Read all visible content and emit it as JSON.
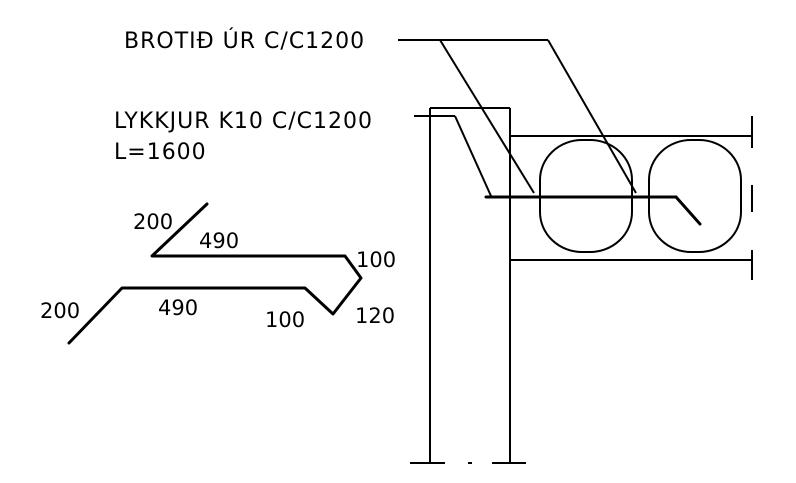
{
  "labels": {
    "broken_out": "BROTIÐ ÚR C/C1200",
    "loops": "LYKKJUR K10 C/C1200",
    "length": "L=1600"
  },
  "dimensions": {
    "upper_hook": "200",
    "upper_length": "490",
    "upper_bend": "100",
    "lower_hook": "200",
    "lower_length": "490",
    "lower_bend": "100",
    "lower_end": "120"
  },
  "colors": {
    "ink": "#000000",
    "background": "#ffffff"
  }
}
